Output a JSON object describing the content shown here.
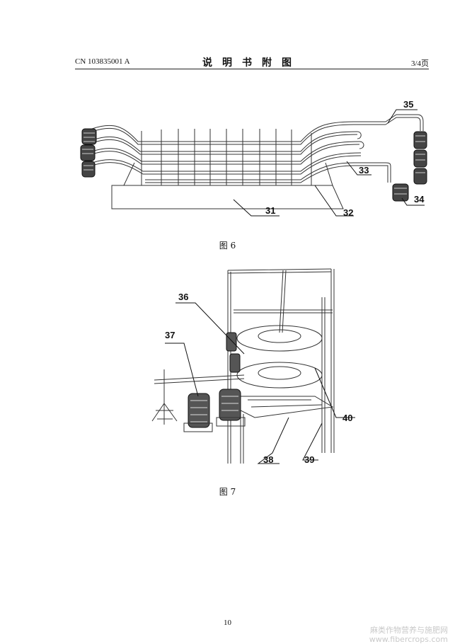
{
  "header": {
    "patent_number": "CN 103835001 A",
    "section_title": "说明书附图",
    "page_indicator": "3/4页"
  },
  "figures": [
    {
      "caption": "图 6",
      "labels": [
        "31",
        "32",
        "33",
        "34",
        "35"
      ]
    },
    {
      "caption": "图 7",
      "labels": [
        "36",
        "37",
        "38",
        "39",
        "40"
      ]
    }
  ],
  "page_number": "10",
  "watermark": {
    "line1": "麻类作物营养与施肥网",
    "line2": "www.fibercrops.com"
  }
}
